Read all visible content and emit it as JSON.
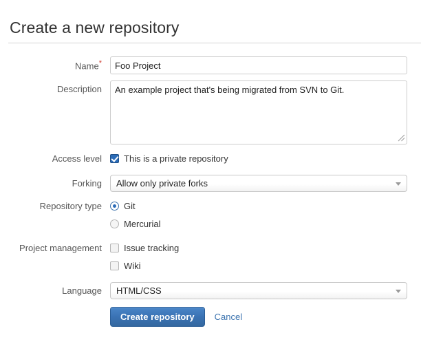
{
  "header": {
    "title": "Create a new repository"
  },
  "form": {
    "name": {
      "label": "Name",
      "required_marker": "*",
      "value": "Foo Project",
      "placeholder": ""
    },
    "description": {
      "label": "Description",
      "value": "An example project that's being migrated from SVN to Git.",
      "placeholder": ""
    },
    "access_level": {
      "label": "Access level",
      "checkbox_label": "This is a private repository",
      "checked": true
    },
    "forking": {
      "label": "Forking",
      "selected": "Allow only private forks"
    },
    "repository_type": {
      "label": "Repository type",
      "options": [
        {
          "label": "Git",
          "selected": true
        },
        {
          "label": "Mercurial",
          "selected": false
        }
      ]
    },
    "project_management": {
      "label": "Project management",
      "options": [
        {
          "label": "Issue tracking",
          "checked": false
        },
        {
          "label": "Wiki",
          "checked": false
        }
      ]
    },
    "language": {
      "label": "Language",
      "selected": "HTML/CSS"
    }
  },
  "actions": {
    "submit_label": "Create repository",
    "cancel_label": "Cancel"
  },
  "colors": {
    "accent": "#3a72b4",
    "link": "#3b73af",
    "required": "#d04437",
    "label_text": "#555555",
    "body_text": "#333333",
    "border": "#cccccc",
    "background": "#ffffff"
  }
}
